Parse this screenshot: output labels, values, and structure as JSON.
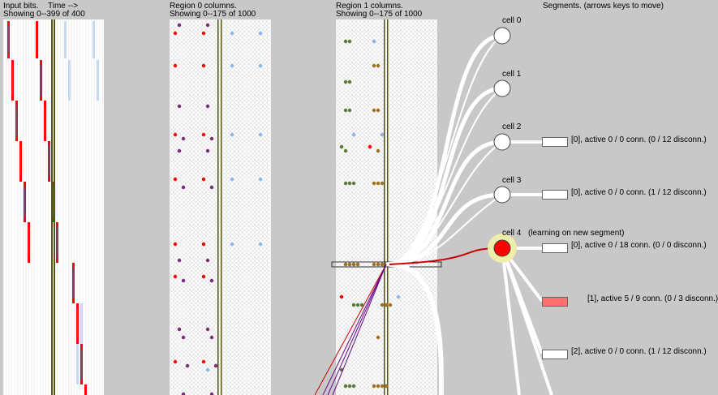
{
  "input_panel": {
    "title": "Input bits.",
    "time_label": "Time -->",
    "showing": "Showing 0--399 of 400"
  },
  "region0": {
    "title": "Region 0 columns.",
    "showing": "Showing 0--175 of 1000"
  },
  "region1": {
    "title": "Region 1 columns.",
    "showing": "Showing 0--175 of 1000"
  },
  "segments_title": "Segments. (arrows keys to move)",
  "cells": [
    {
      "label": "cell 0",
      "state": "inactive"
    },
    {
      "label": "cell 1",
      "state": "inactive"
    },
    {
      "label": "cell 2",
      "state": "inactive"
    },
    {
      "label": "cell 3",
      "state": "inactive"
    },
    {
      "label": "cell 4",
      "state": "active",
      "note": "(learning on new segment)"
    }
  ],
  "segments": [
    {
      "cell": "cell 2",
      "text": "[0],  active 0 / 0 conn. (0 / 12 disconn.)",
      "active": false
    },
    {
      "cell": "cell 3",
      "text": "[0],  active 0 / 0 conn. (1 / 12 disconn.)",
      "active": false
    },
    {
      "cell": "cell 4",
      "text": "[0],  active 0 / 18 conn. (0 / 0 disconn.)",
      "active": false
    },
    {
      "cell": "cell 4",
      "text": "[1],  active 5 / 9 conn. (0 / 3 disconn.)",
      "active": true
    },
    {
      "cell": "cell 4",
      "text": "[2],  active 0 / 0 conn. (1 / 12 disconn.)",
      "active": false
    }
  ],
  "colors": {
    "background": "#c8c8c8",
    "active_bit": "#ff0000",
    "predicted": "#7a2a7a",
    "faint": "#b0ccee",
    "highlight_bar": "#55551a",
    "active_cell": "#ff0000",
    "cell_glow": "#eeeeaa",
    "segment_active": "#ff7070",
    "learning_link": "#cc0000",
    "synapse_link": "#6a0a8a"
  }
}
